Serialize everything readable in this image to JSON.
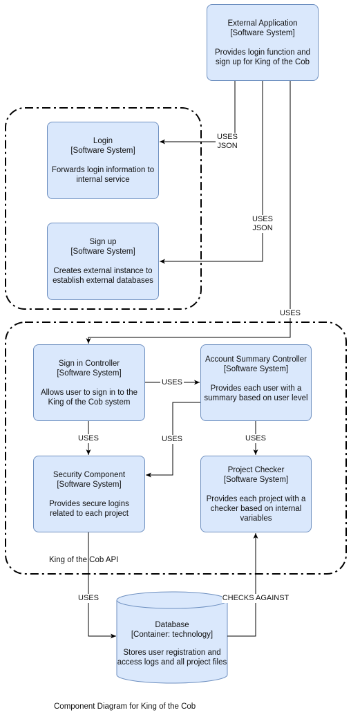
{
  "title": "Component Diagram for King of the Cob",
  "boundary_label": "King of the Cob API",
  "components": {
    "external_app": {
      "name": "External Application",
      "type": "[Software System]",
      "description": "Provides login function and sign up for King of the Cob"
    },
    "login": {
      "name": "Login",
      "type": "[Software System]",
      "description": "Forwards login information to internal service"
    },
    "signup": {
      "name": "Sign up",
      "type": "[Software System]",
      "description": "Creates external instance to establish external databases"
    },
    "signin_controller": {
      "name": "Sign in Controller",
      "type": "[Software System]",
      "description": "Allows user to sign in to the King of the Cob system"
    },
    "account_summary": {
      "name": "Account Summary Controller",
      "type": "[Software System]",
      "description": "Provides each user with a summary based on user level"
    },
    "security": {
      "name": "Security Component",
      "type": "[Software System]",
      "description": "Provides secure logins related to each project"
    },
    "project_checker": {
      "name": "Project Checker",
      "type": "[Software System]",
      "description": "Provides each project with a checker based on internal variables"
    },
    "database": {
      "name": "Database",
      "type": "[Container: technology]",
      "description": "Stores user registration and access logs and all project files"
    }
  },
  "relations": {
    "ext_login": {
      "line1": "USES",
      "line2": "JSON"
    },
    "ext_signup": {
      "line1": "USES",
      "line2": "JSON"
    },
    "ext_signin": "USES",
    "signin_account": "USES",
    "signin_security": "USES",
    "account_security": "USES",
    "account_checker": "USES",
    "security_db": "USES",
    "db_checker": "CHECKS AGAINST"
  },
  "colors": {
    "fill": "#dae8fc",
    "stroke": "#6c8ebf",
    "line": "#000000"
  }
}
